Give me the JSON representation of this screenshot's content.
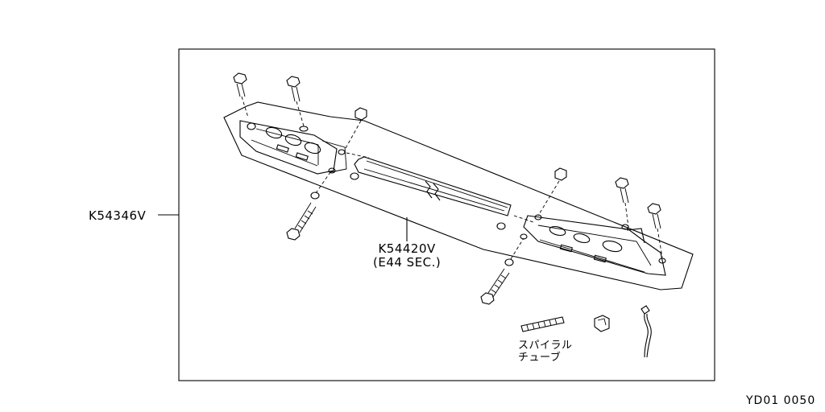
{
  "labels": {
    "kit": "K54346V",
    "bar_part": "K54420V",
    "bar_section": "(E44 SEC.)",
    "tube_line1": "スパイラル",
    "tube_line2": "チューブ",
    "figure_code": "YD01 0050"
  },
  "icons": [
    "hex-bolt-icon",
    "long-bolt-icon",
    "nut-icon",
    "clip-icon",
    "connector-icon",
    "spiral-tube-icon"
  ]
}
